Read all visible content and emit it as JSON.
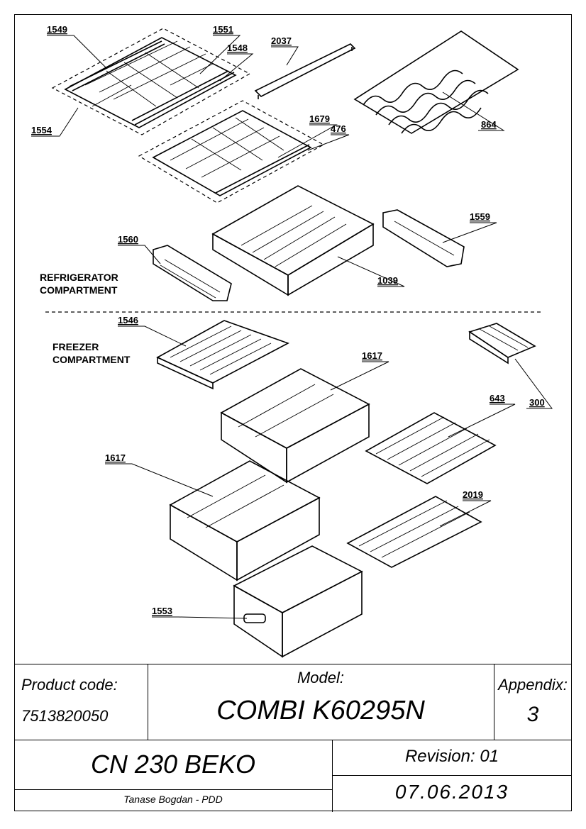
{
  "parts": {
    "p1549": "1549",
    "p1551": "1551",
    "p1548": "1548",
    "p1554": "1554",
    "p2037": "2037",
    "p1679": "1679",
    "p476": "476",
    "p864": "864",
    "p1559": "1559",
    "p1560": "1560",
    "p1039": "1039",
    "p1546": "1546",
    "p300": "300",
    "p1617a": "1617",
    "p643": "643",
    "p1617b": "1617",
    "p2019": "2019",
    "p1553": "1553"
  },
  "sections": {
    "fridge_line1": "REFRIGERATOR",
    "fridge_line2": "COMPARTMENT",
    "freezer_line1": "FREEZER",
    "freezer_line2": "COMPARTMENT"
  },
  "title_block": {
    "product_code_label": "Product code:",
    "product_code": "7513820050",
    "model_label": "Model:",
    "model": "COMBI K60295N",
    "appendix_label": "Appendix:",
    "appendix": "3",
    "series": "CN 230 BEKO",
    "revision": "Revision: 01",
    "author": "Tanase Bogdan - PDD",
    "date": "07.06.2013"
  }
}
